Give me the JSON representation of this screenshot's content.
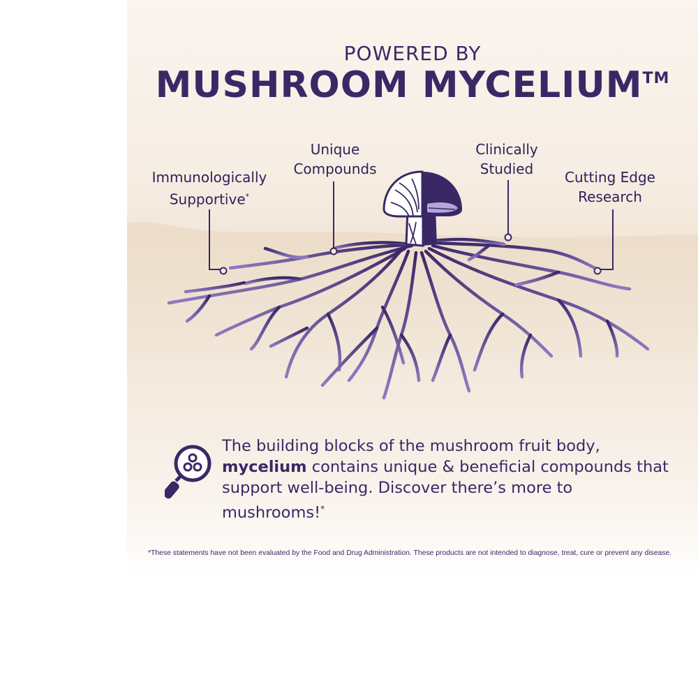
{
  "header": {
    "kicker": "POWERED BY",
    "title": "MUSHROOM MYCELIUM",
    "trademark": "TM"
  },
  "callouts": [
    {
      "line1": "Immunologically",
      "line2": "Supportive",
      "mark": "*"
    },
    {
      "line1": "Unique",
      "line2": "Compounds",
      "mark": ""
    },
    {
      "line1": "Clinically",
      "line2": "Studied",
      "mark": ""
    },
    {
      "line1": "Cutting Edge",
      "line2": "Research",
      "mark": ""
    }
  ],
  "description": {
    "before_bold": "The building blocks of the mushroom fruit body, ",
    "bold": "mycelium",
    "after_bold": " contains unique & beneficial compounds that support well-being. Discover there’s more to mushrooms!",
    "mark": "*"
  },
  "disclaimer": "*These statements have not been evaluated by the Food and Drug Administration. These products are not intended to diagnose, treat, cure or prevent any disease.",
  "colors": {
    "primary": "#3a2866",
    "root_light": "#8f7ac0",
    "cap_light": "#b3a6db",
    "soil": "#efe2d2"
  },
  "icons": {
    "magnifier": "magnifier-icon"
  }
}
